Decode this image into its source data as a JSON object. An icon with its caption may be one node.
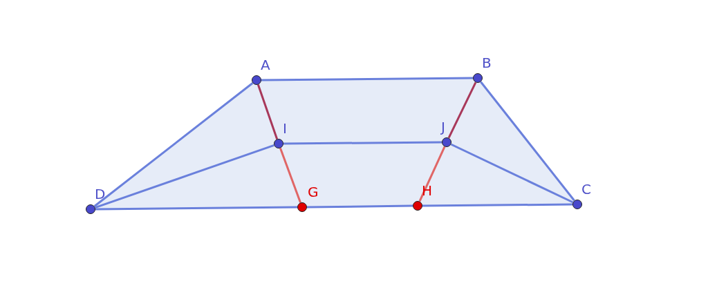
{
  "diagram": {
    "nodes": [
      {
        "text": [
          "A"
        ]
      },
      {
        "text": [
          "B"
        ]
      },
      {
        "text": [
          "C"
        ]
      },
      {
        "text": [
          "D"
        ]
      },
      {
        "text": [
          "I"
        ]
      },
      {
        "text": [
          "J"
        ]
      },
      {
        "text": [
          "G"
        ]
      },
      {
        "text": [
          "H"
        ]
      }
    ],
    "edges": [
      {
        "from": 0,
        "to": 1,
        "arrow": "none"
      },
      {
        "from": 1,
        "to": 2,
        "arrow": "none"
      },
      {
        "from": 2,
        "to": 7,
        "arrow": "none"
      },
      {
        "from": 7,
        "to": 6,
        "arrow": "none"
      },
      {
        "from": 6,
        "to": 3,
        "arrow": "none"
      },
      {
        "from": 3,
        "to": 0,
        "arrow": "none"
      },
      {
        "from": 4,
        "to": 5,
        "arrow": "none"
      },
      {
        "from": 3,
        "to": 4,
        "arrow": "none"
      },
      {
        "from": 5,
        "to": 2,
        "arrow": "none"
      },
      {
        "from": 0,
        "to": 4,
        "arrow": "none",
        "color": "#a8385a"
      },
      {
        "from": 4,
        "to": 6,
        "arrow": "none",
        "color": "#e06666"
      },
      {
        "from": 1,
        "to": 5,
        "arrow": "none",
        "color": "#a8385a"
      },
      {
        "from": 5,
        "to": 7,
        "arrow": "none",
        "color": "#e06666"
      }
    ]
  }
}
